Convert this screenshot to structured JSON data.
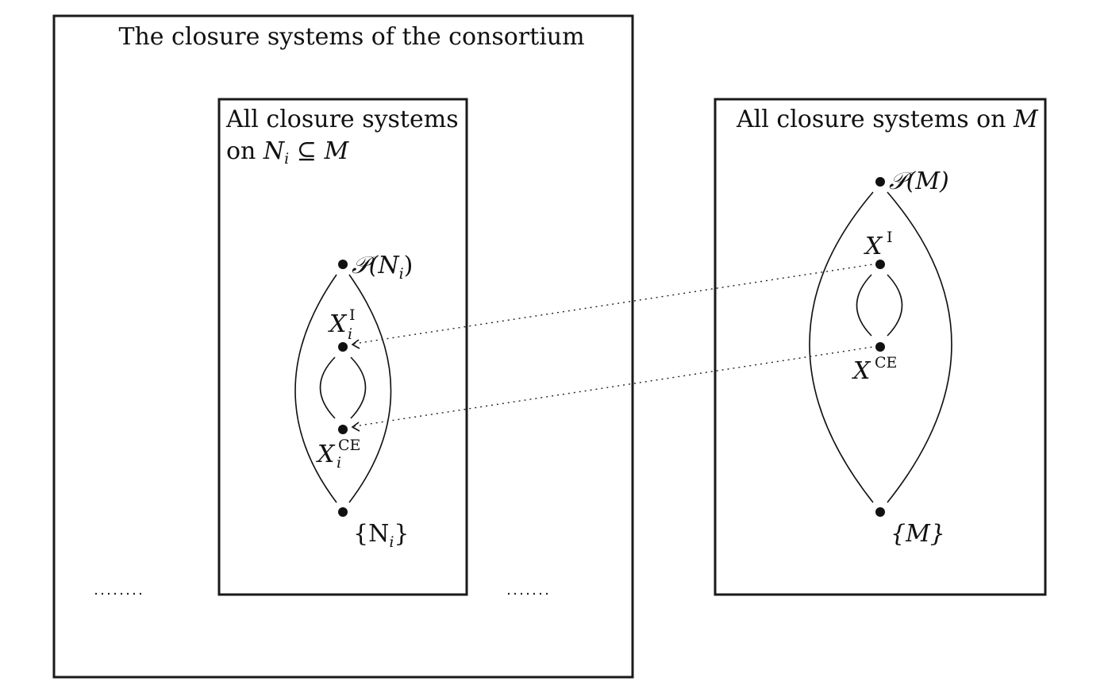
{
  "consortium": {
    "title": "The closure systems of the consortium",
    "ellipsis_left": "·····",
    "ellipsis_right": "·····"
  },
  "local_box": {
    "title_line1": "All closure systems",
    "title_line2_prefix": "on ",
    "title_line2_math": "N",
    "title_line2_sub": "i",
    "title_line2_rel": " ⊆ ",
    "title_line2_set": "M",
    "nodes": {
      "top": {
        "base": "𝒫(N",
        "sub": "i",
        "close": ")"
      },
      "xi": {
        "base": "X",
        "sup": "I",
        "sub": "i"
      },
      "xce": {
        "base": "X",
        "sup": "CE",
        "sub": "i"
      },
      "bottom": {
        "open": "{N",
        "sub": "i",
        "close": "}"
      }
    }
  },
  "global_box": {
    "title_prefix": "All closure systems on ",
    "title_set": "M",
    "nodes": {
      "top": {
        "label": "𝒫(M)"
      },
      "xi": {
        "base": "X",
        "sup": "I"
      },
      "xce": {
        "base": "X",
        "sup": "CE"
      },
      "bottom": {
        "label": "{M}"
      }
    }
  }
}
